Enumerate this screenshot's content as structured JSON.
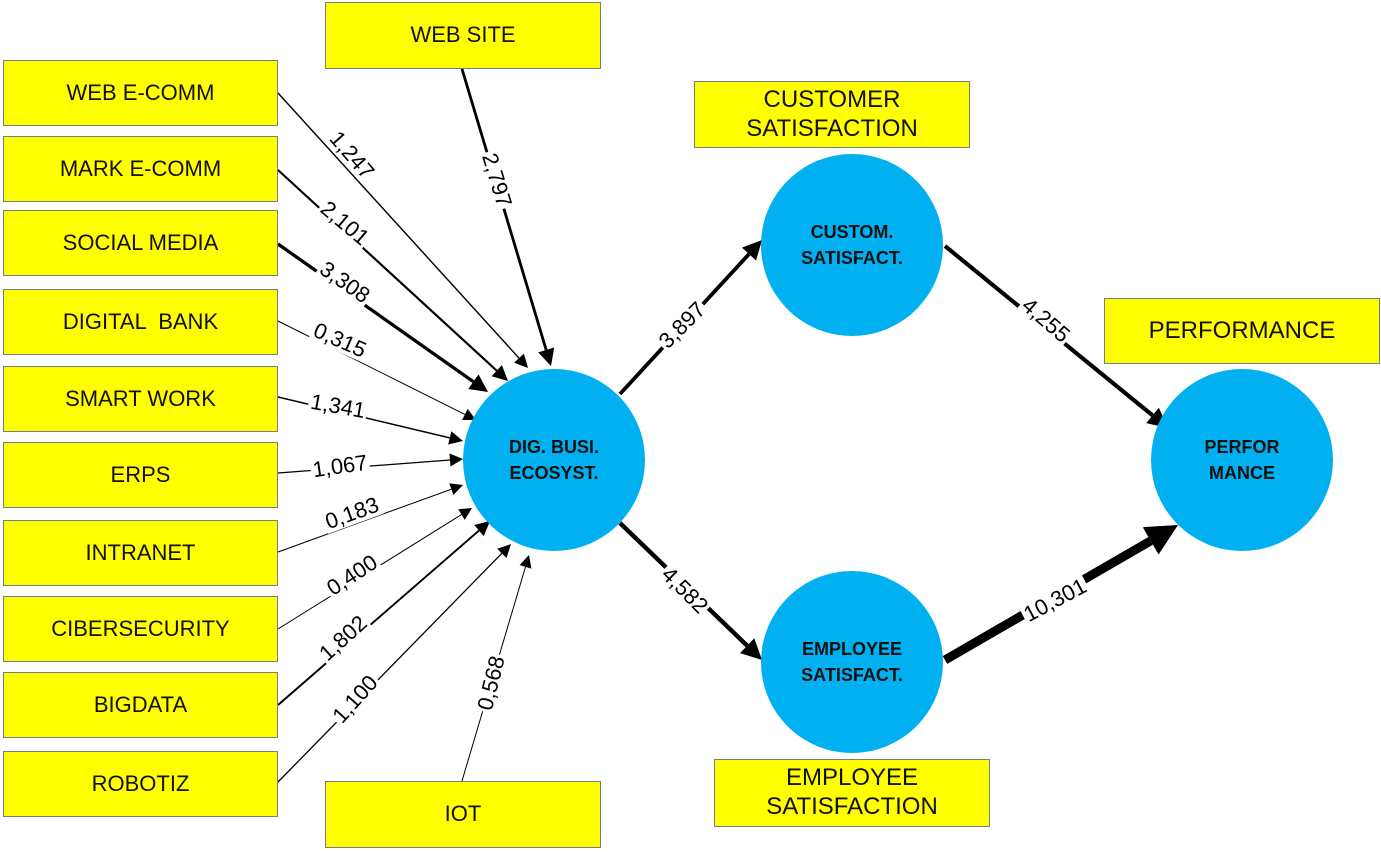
{
  "accent_colors": {
    "box_fill": "#ffff00",
    "node_fill": "#00b0f0",
    "line": "#000000"
  },
  "inputs": [
    {
      "id": "web_ecomm",
      "label": "WEB E-COMM",
      "coef": "1,247"
    },
    {
      "id": "mark_ecomm",
      "label": "MARK E-COMM",
      "coef": "2,101"
    },
    {
      "id": "social_media",
      "label": "SOCIAL MEDIA",
      "coef": "3,308"
    },
    {
      "id": "digital_bank",
      "label": "DIGITAL  BANK",
      "coef": "0,315"
    },
    {
      "id": "smart_work",
      "label": "SMART WORK",
      "coef": "1,341"
    },
    {
      "id": "erps",
      "label": "ERPS",
      "coef": "1,067"
    },
    {
      "id": "intranet",
      "label": "INTRANET",
      "coef": "0,183"
    },
    {
      "id": "cibersecurity",
      "label": "CIBERSECURITY",
      "coef": "0,400"
    },
    {
      "id": "bigdata",
      "label": "BIGDATA",
      "coef": "1,802"
    },
    {
      "id": "robotiz",
      "label": "ROBOTIZ",
      "coef": "1,100"
    },
    {
      "id": "web_site",
      "label": "WEB SITE",
      "coef": "2,797"
    },
    {
      "id": "iot",
      "label": "IOT",
      "coef": "0,568"
    }
  ],
  "constructs": {
    "dbe": "DIG. BUSI.\nECOSYST.",
    "custom": "CUSTOM.\nSATISFACT.",
    "employee": "EMPLOYEE\nSATISFACT.",
    "perf": "PERFOR\nMANCE"
  },
  "titles": {
    "customer": "CUSTOMER\nSATISFACTION",
    "employee": "EMPLOYEE\nSATISFACTION",
    "performance": "PERFORMANCE"
  },
  "paths": [
    {
      "from": "dbe",
      "to": "custom",
      "coef": "3,897"
    },
    {
      "from": "dbe",
      "to": "employee",
      "coef": "4,582"
    },
    {
      "from": "custom",
      "to": "perf",
      "coef": "4,255"
    },
    {
      "from": "employee",
      "to": "perf",
      "coef": "10,301"
    }
  ]
}
